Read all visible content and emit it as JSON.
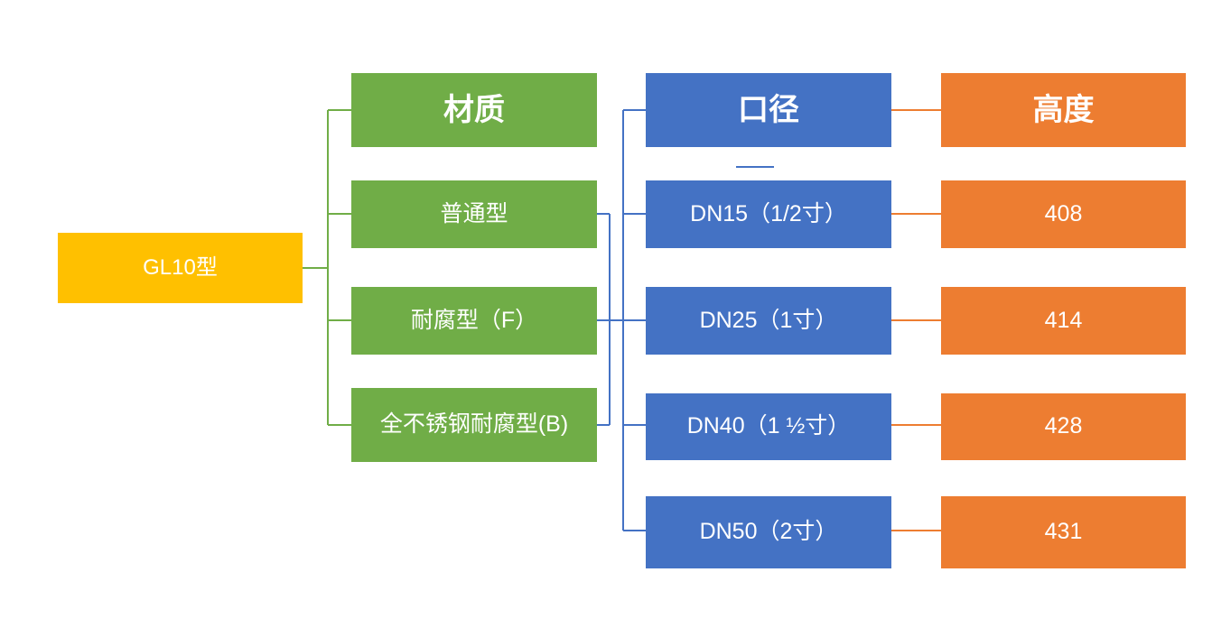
{
  "diagram": {
    "type": "tree-hierarchy",
    "root": {
      "label": "GL10型",
      "color": "#FFC000"
    },
    "columns": [
      {
        "name": "material",
        "header": "材质",
        "color": "#70AD47"
      },
      {
        "name": "diameter",
        "header": "口径",
        "color": "#4472C4"
      },
      {
        "name": "height",
        "header": "高度",
        "color": "#ED7D31"
      }
    ],
    "material_items": [
      {
        "label": "普通型"
      },
      {
        "label": "耐腐型（F）"
      },
      {
        "label": "全不锈钢耐腐型(B)"
      }
    ],
    "diameter_items": [
      {
        "label": "DN15（1/2寸）"
      },
      {
        "label": "DN25（1寸）"
      },
      {
        "label": "DN40（1 ½寸）"
      },
      {
        "label": "DN50（2寸）"
      }
    ],
    "height_items": [
      {
        "label": "408"
      },
      {
        "label": "414"
      },
      {
        "label": "428"
      },
      {
        "label": "431"
      }
    ],
    "connector_colors": {
      "material": "#70AD47",
      "diameter": "#4472C4",
      "height": "#ED7D31"
    }
  }
}
